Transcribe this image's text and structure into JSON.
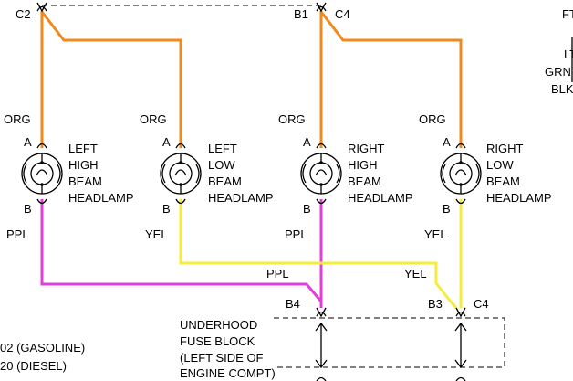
{
  "colors": {
    "orange": "#F08A1E",
    "yellow": "#F5EC3C",
    "purple": "#E040D8"
  },
  "connectors": {
    "top_left": "C2",
    "top_right_pin": "B1",
    "top_right": "C4",
    "bottom_left_pin": "B4",
    "bottom_right_pin": "B3",
    "bottom_right": "C4"
  },
  "wires": {
    "org": "ORG",
    "ppl": "PPL",
    "yel": "YEL"
  },
  "lamps": [
    {
      "name_1": "LEFT",
      "name_2": "HIGH",
      "name_3": "BEAM",
      "name_4": "HEADLAMP",
      "pin_top": "A",
      "pin_bottom": "B",
      "feed": "ORG",
      "ground": "PPL"
    },
    {
      "name_1": "LEFT",
      "name_2": "LOW",
      "name_3": "BEAM",
      "name_4": "HEADLAMP",
      "pin_top": "A",
      "pin_bottom": "B",
      "feed": "ORG",
      "ground": "YEL"
    },
    {
      "name_1": "RIGHT",
      "name_2": "HIGH",
      "name_3": "BEAM",
      "name_4": "HEADLAMP",
      "pin_top": "A",
      "pin_bottom": "B",
      "feed": "ORG",
      "ground": "PPL"
    },
    {
      "name_1": "RIGHT",
      "name_2": "LOW",
      "name_3": "BEAM",
      "name_4": "HEADLAMP",
      "pin_top": "A",
      "pin_bottom": "B",
      "feed": "ORG",
      "ground": "YEL"
    }
  ],
  "fuse_block": {
    "line_1": "UNDERHOOD",
    "line_2": "FUSE BLOCK",
    "line_3": "(LEFT SIDE OF",
    "line_4": "ENGINE COMPT)"
  },
  "engine_notes": {
    "gasoline": "02  (GASOLINE)",
    "diesel": "20  (DIESEL)"
  },
  "edge_labels": {
    "ft": "FT",
    "lt": "LT",
    "grn": "GRN",
    "blk": "BLK"
  }
}
